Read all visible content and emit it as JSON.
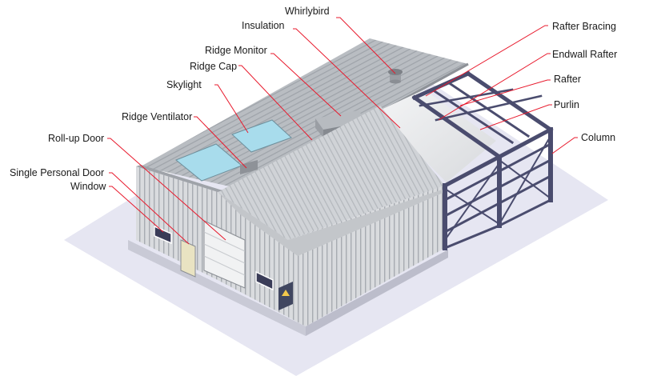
{
  "diagram": {
    "labels": {
      "whirlybird": "Whirlybird",
      "insulation": "Insulation",
      "ridge_monitor": "Ridge Monitor",
      "ridge_cap": "Ridge Cap",
      "skylight": "Skylight",
      "ridge_ventilator": "Ridge Ventilator",
      "rollup_door": "Roll-up Door",
      "single_personal_door": "Single Personal Door",
      "window": "Window",
      "rafter_bracing": "Rafter Bracing",
      "endwall_rafter": "Endwall Rafter",
      "rafter": "Rafter",
      "purlin": "Purlin",
      "column": "Column"
    },
    "colors": {
      "leader_line": "#e8192c",
      "steel_frame": "#4a4c6e",
      "skylight": "#a8dcec",
      "ground": "#e6e6f2",
      "wall": "#d7d9dc",
      "roof": "#cfd2d6"
    }
  }
}
